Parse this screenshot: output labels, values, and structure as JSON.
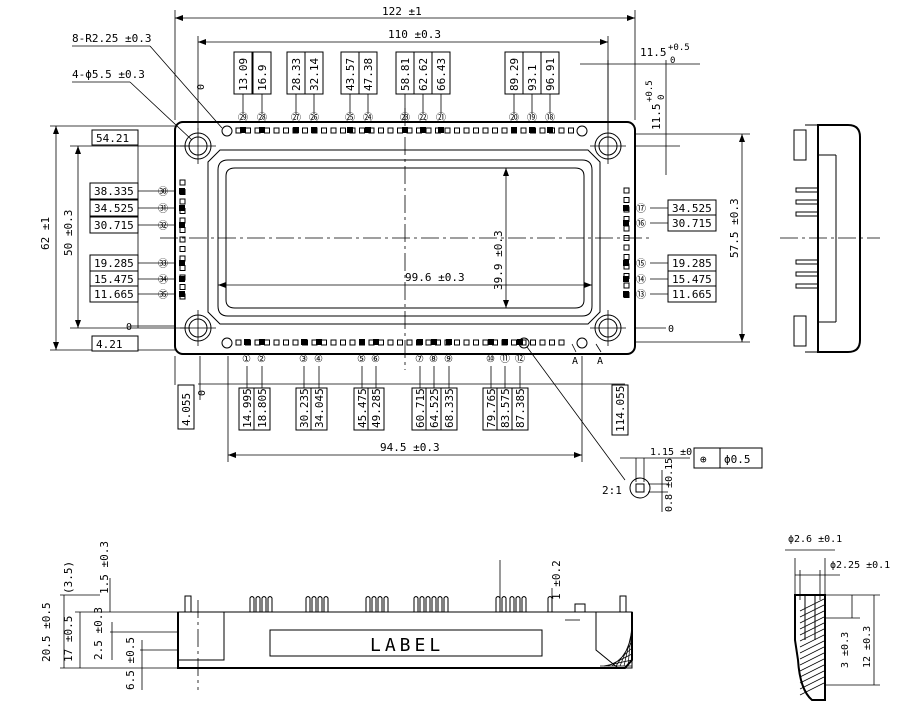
{
  "dims": {
    "overall_width": "122 ±1",
    "mount_pitch": "110 ±0.3",
    "corner_radius": "8-R2.25 ±0.3",
    "mount_holes": "4-ϕ5.5 ±0.3",
    "offset_x": "11.5",
    "offset_x_tol_top": "+0.5",
    "offset_x_tol_bottom": "0",
    "offset_y": "11.5",
    "offset_y_tol_top": "+0.5",
    "offset_y_tol_bottom": "0",
    "overall_height": "62 ±1",
    "inner_height": "50 ±0.3",
    "right_height": "57.5 ±0.3",
    "window_width": "99.6 ±0.3",
    "window_height": "39.9 ±0.3",
    "bottom_span": "94.5 ±0.3",
    "zero": "0",
    "left_ref_top": "54.21",
    "left_ref_bottom": "4.21",
    "bottom_ref_left": "4.055",
    "bottom_ref_right": "114.055",
    "pin_width": "1.15 ±0.15",
    "pin_thickness": "0.8 ±0.15",
    "position_tolerance": "ϕ0.5",
    "position_symbol": "⊕",
    "detail_scale": "2:1",
    "section_mark": "A",
    "pin_dia_outer": "ϕ2.6 ±0.1",
    "pin_dia_inner": "ϕ2.25 ±0.1",
    "pin_len_3": "3 ±0.3",
    "pin_len_12": "12 ±0.3",
    "side_35": "(3.5)",
    "side_15": "1.5 ±0.3",
    "side_205": "20.5 ±0.5",
    "side_17": "17 ±0.5",
    "side_25": "2.5 ±0.3",
    "side_65": "6.5 ±0.5",
    "side_1": "1 ±0.2",
    "label": "LABEL"
  },
  "top_pins": {
    "values": [
      "13.09",
      "16.9",
      "28.33",
      "32.14",
      "43.57",
      "47.38",
      "58.81",
      "62.62",
      "66.43",
      "89.29",
      "93.1",
      "96.91"
    ],
    "numbers": [
      "㉙",
      "㉘",
      "㉗",
      "㉖",
      "㉕",
      "㉔",
      "㉓",
      "㉒",
      "㉑",
      "⑳",
      "⑲",
      "⑱"
    ]
  },
  "bottom_pins": {
    "values": [
      "14.995",
      "18.805",
      "30.235",
      "34.045",
      "45.475",
      "49.285",
      "60.715",
      "64.525",
      "68.335",
      "79.765",
      "83.575",
      "87.385"
    ],
    "numbers": [
      "①",
      "②",
      "③",
      "④",
      "⑤",
      "⑥",
      "⑦",
      "⑧",
      "⑨",
      "⑩",
      "⑪",
      "⑫"
    ]
  },
  "left_pins": {
    "values": [
      "38.335",
      "34.525",
      "30.715",
      "19.285",
      "15.475",
      "11.665"
    ],
    "numbers": [
      "㉚",
      "㉛",
      "㉜",
      "㉝",
      "㉞",
      "㉟"
    ]
  },
  "right_pins": {
    "values": [
      "34.525",
      "30.715",
      "19.285",
      "15.475",
      "11.665"
    ],
    "numbers": [
      "⑰",
      "⑯",
      "⑮",
      "⑭",
      "⑬"
    ]
  }
}
